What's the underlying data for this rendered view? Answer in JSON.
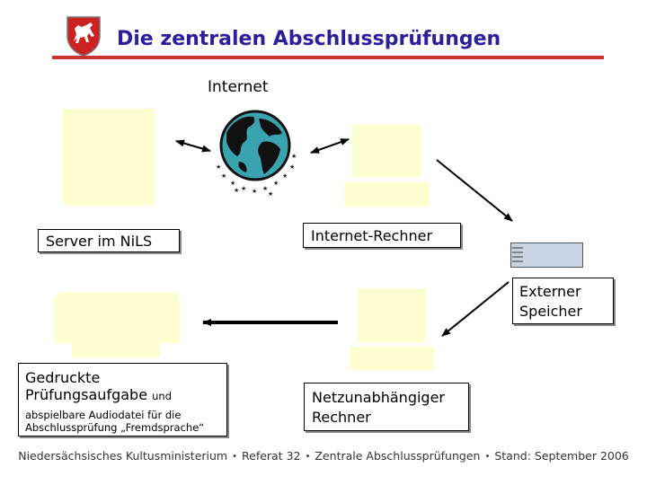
{
  "header": {
    "title": "Die zentralen Abschlussprüfungen",
    "crest_icon": "lower-saxony-horse-crest-icon"
  },
  "diagram": {
    "internet_label": "Internet",
    "server_label": "Server im NiLS",
    "internet_pc_label": "Internet-Rechner",
    "external_storage_label": [
      "Externer",
      "Speicher"
    ],
    "printed_exam_main": [
      "Gedruckte",
      "Prüfungsaufgabe"
    ],
    "printed_exam_und": "und",
    "printed_exam_sub": [
      "abspielbare Audiodatei für die",
      "Abschlussprüfung „Fremdsprache“"
    ],
    "offline_pc_label": [
      "Netzunabhängiger",
      "Rechner"
    ]
  },
  "colors": {
    "title": "#2b1f9b",
    "rule": "#cc3333",
    "placeholder": "#fffed0",
    "globe_ocean": "#3aa3b0",
    "storage": "#c8d4e4"
  },
  "footer": {
    "parts": [
      "Niedersächsisches Kultusministerium",
      "Referat 32",
      "Zentrale Abschlussprüfungen",
      "Stand: September 2006"
    ],
    "separator": "•"
  }
}
